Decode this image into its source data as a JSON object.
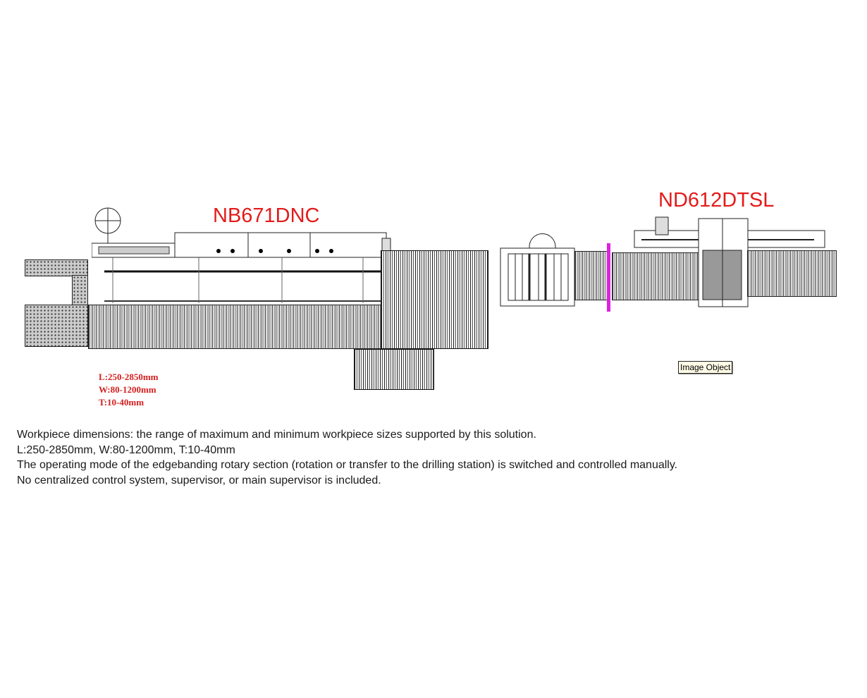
{
  "labels": {
    "edgebander": "NB671DNC",
    "drilling": "ND612DTSL"
  },
  "spec_overlay": [
    "L:250-2850mm",
    "W:80-1200mm",
    "T:10-40mm"
  ],
  "image_object_tag": "Image Object",
  "description": [
    "Workpiece dimensions: the range of maximum and minimum workpiece sizes supported by this solution.",
    "L:250-2850mm,  W:80-1200mm,  T:10-40mm",
    "The operating mode of the edgebanding rotary section (rotation or transfer to the drilling station) is switched and controlled manually.",
    "No centralized control system, supervisor, or main supervisor is included."
  ],
  "colors": {
    "label_red": "#e31b1b",
    "marker_magenta": "#e020e0"
  }
}
